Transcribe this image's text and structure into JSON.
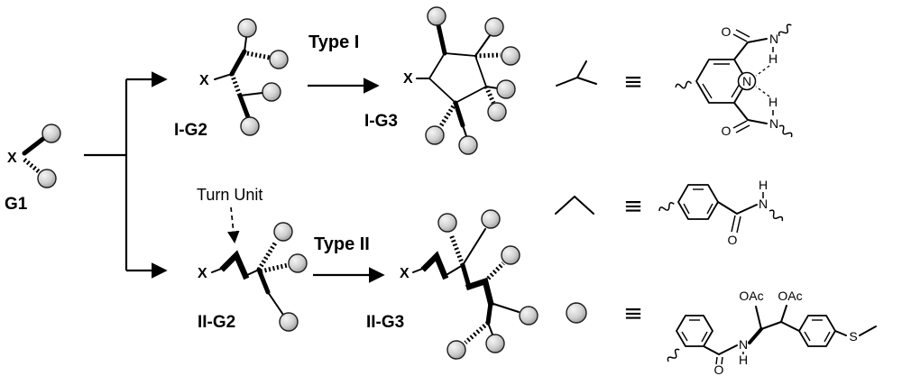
{
  "scheme": {
    "x": "X",
    "g1_label": "G1",
    "ig2_label": "I-G2",
    "ig3_label": "I-G3",
    "iig2_label": "II-G2",
    "iig3_label": "II-G3",
    "type1_label": "Type I",
    "type2_label": "Type II",
    "turn_unit_label": "Turn Unit"
  },
  "legend": {
    "equiv": "≡",
    "row1": {
      "o_top": "O",
      "n_amide_top": "N",
      "h_top": "H",
      "n_pyridine": "N",
      "o_bottom": "O",
      "n_amide_bottom": "N",
      "h_bottom": "H"
    },
    "row2": {
      "o": "O",
      "n": "N",
      "h": "H"
    },
    "row3": {
      "oac_left": "OAc",
      "oac_right": "OAc",
      "o": "O",
      "n": "N",
      "h": "H",
      "s": "S"
    }
  },
  "colors": {
    "ink": "#000000",
    "ball_fill": "#c9c9c9",
    "background": "#ffffff"
  }
}
